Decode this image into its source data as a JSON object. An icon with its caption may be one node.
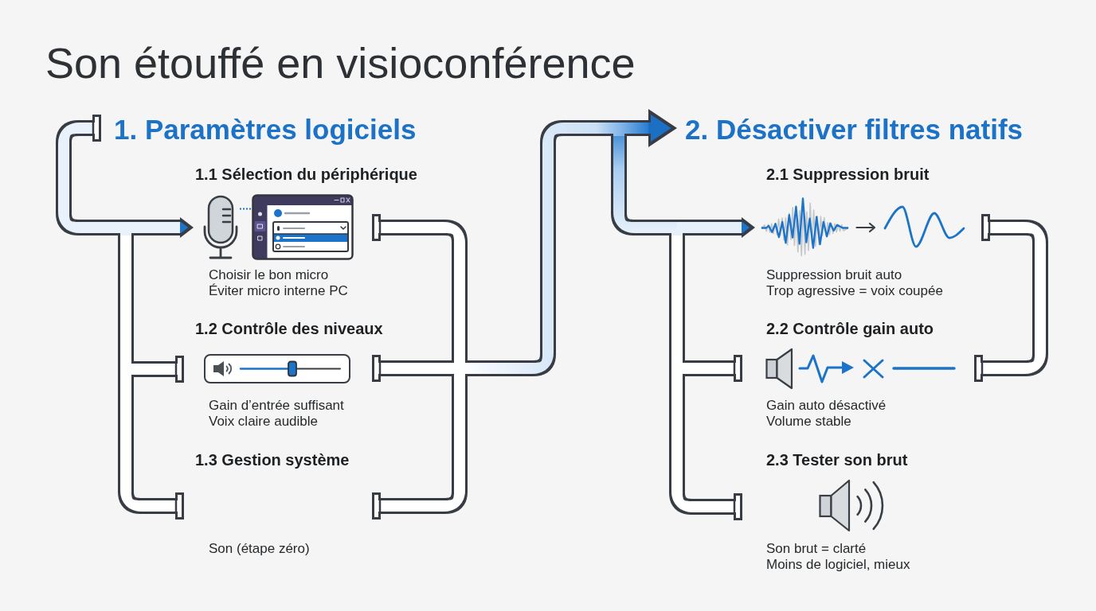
{
  "diagram": {
    "title": "Son étouffé en visioconférence",
    "nodes": [
      {
        "text": [
          "1. Paramètres logiciels"
        ]
      },
      {
        "text": [
          "1.1 Sélection du périphérique",
          "Choisir le bon micro",
          "Éviter micro interne PC"
        ]
      },
      {
        "text": [
          "1.2 Contrôle des niveaux",
          "Gain d’entrée suffisant",
          "Voix claire audible"
        ]
      },
      {
        "text": [
          "1.3 Gestion système",
          "Son (étape zéro)"
        ]
      },
      {
        "text": [
          "2. Désactiver filtres natifs"
        ]
      },
      {
        "text": [
          "2.1 Suppression bruit",
          "Suppression bruit auto",
          "Trop agressive = voix coupée"
        ]
      },
      {
        "text": [
          "2.2 Contrôle gain auto",
          "Gain auto désactivé",
          "Volume stable"
        ]
      },
      {
        "text": [
          "2.3 Tester son brut",
          "Son brut = clarté",
          "Moins de logiciel, mieux"
        ]
      }
    ],
    "edges": [
      {
        "from": 0,
        "to": 1,
        "arrow": "to"
      },
      {
        "from": 0,
        "to": 2,
        "arrow": "other"
      },
      {
        "from": 0,
        "to": 3,
        "arrow": "other"
      },
      {
        "from": 1,
        "to": 4,
        "arrow": "to"
      },
      {
        "from": 2,
        "to": 4,
        "arrow": "to"
      },
      {
        "from": 3,
        "to": 4,
        "arrow": "to"
      },
      {
        "from": 1,
        "to": 5,
        "arrow": "to"
      },
      {
        "from": 2,
        "to": 5,
        "arrow": "to"
      },
      {
        "from": 3,
        "to": 5,
        "arrow": "to"
      },
      {
        "from": 1,
        "to": 6,
        "arrow": "other"
      },
      {
        "from": 2,
        "to": 6,
        "arrow": "other"
      },
      {
        "from": 3,
        "to": 6,
        "arrow": "other"
      },
      {
        "from": 1,
        "to": 7,
        "arrow": "other"
      },
      {
        "from": 2,
        "to": 7,
        "arrow": "other"
      },
      {
        "from": 3,
        "to": 7,
        "arrow": "other"
      },
      {
        "from": 5,
        "to": 6,
        "arrow": "other"
      }
    ]
  }
}
